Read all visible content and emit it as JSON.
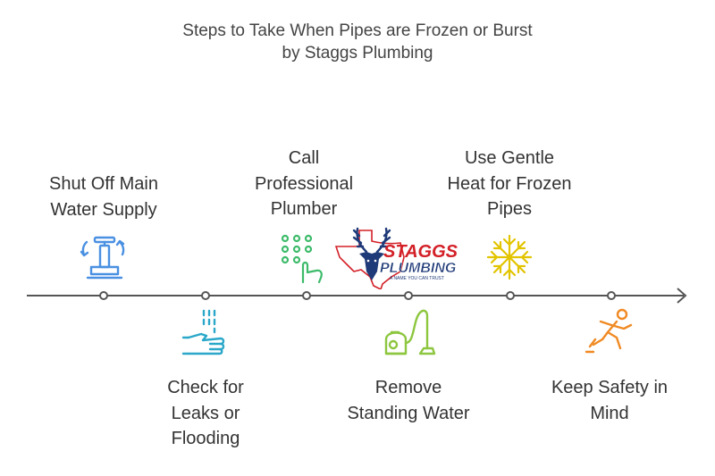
{
  "title": {
    "line1": "Steps to Take When Pipes are Frozen or Burst",
    "line2": "by Staggs Plumbing"
  },
  "steps": [
    {
      "lines": [
        "Shut Off Main",
        "Water Supply"
      ],
      "position": "above",
      "icon": "water-valve-icon",
      "color": "#4a90e2"
    },
    {
      "lines": [
        "Check for",
        "Leaks or",
        "Flooding"
      ],
      "position": "below",
      "icon": "hand-water-drip-icon",
      "color": "#2aa7c9"
    },
    {
      "lines": [
        "Call",
        "Professional",
        "Plumber"
      ],
      "position": "above",
      "icon": "phone-keypad-icon",
      "color": "#3dbb6a"
    },
    {
      "lines": [
        "Remove",
        "Standing Water"
      ],
      "position": "below",
      "icon": "vacuum-cleaner-icon",
      "color": "#8dc63f"
    },
    {
      "lines": [
        "Use Gentle",
        "Heat for Frozen",
        "Pipes"
      ],
      "position": "above",
      "icon": "snowflake-icon",
      "color": "#e2c400"
    },
    {
      "lines": [
        "Keep Safety in",
        "Mind"
      ],
      "position": "below",
      "icon": "falling-person-icon",
      "color": "#f08a24"
    }
  ],
  "logo": {
    "brand_top": "STAGGS",
    "brand_bottom": "PLUMBING",
    "tagline": "A NAME YOU CAN TRUST",
    "colors": {
      "red": "#d32027",
      "navy": "#1f3a78"
    }
  },
  "timeline_color": "#555555"
}
